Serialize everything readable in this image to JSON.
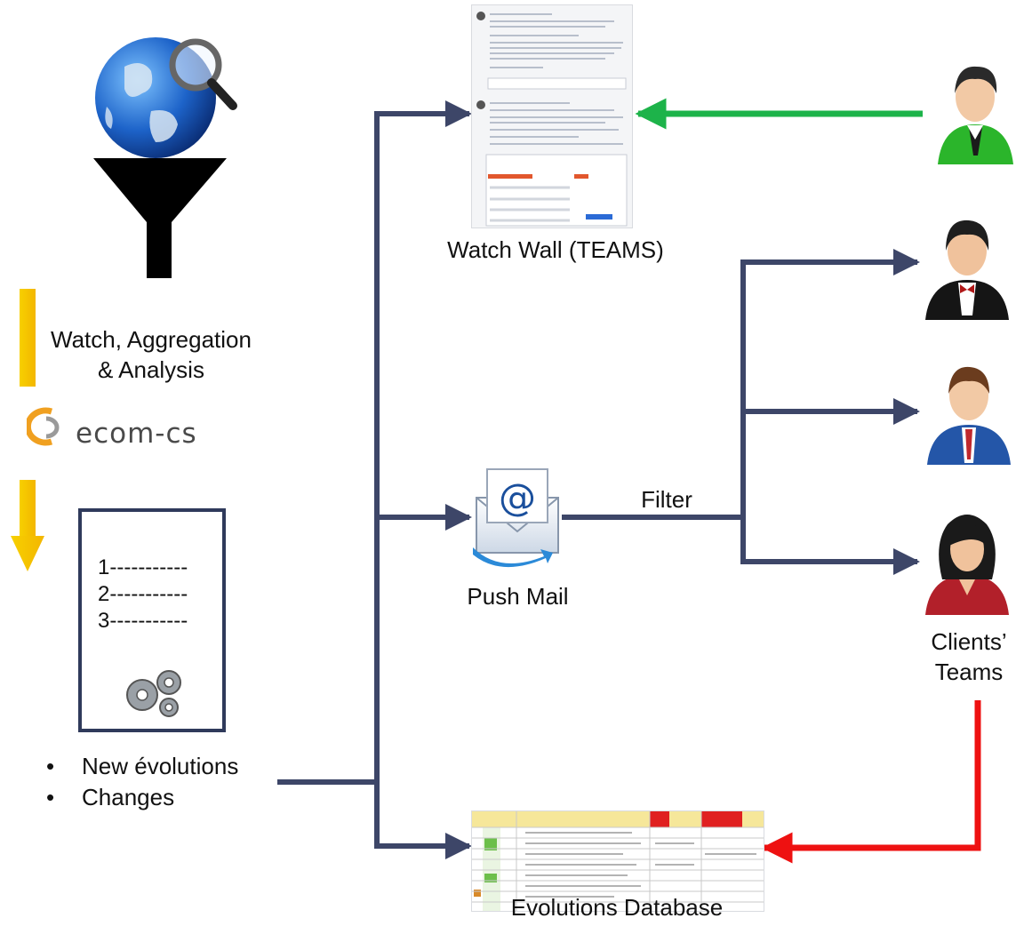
{
  "labels": {
    "watch_aggregation": "Watch, Aggregation",
    "and_analysis": "& Analysis",
    "logo_text": "ecom-cs",
    "watch_wall": "Watch Wall (TEAMS)",
    "push_mail": "Push Mail",
    "filter": "Filter",
    "clients_line1": "Clients’",
    "clients_line2": "Teams",
    "evolutions_db": "Evolutions Database"
  },
  "checklist": {
    "line1": "1-----------",
    "line2": "2-----------",
    "line3": "3-----------"
  },
  "bullets": [
    "New évolutions",
    "Changes"
  ],
  "colors": {
    "navy_connector": "#3d4668",
    "green_arrow": "#1db34a",
    "red_arrow": "#ee1111",
    "funnel": "#000000",
    "gold_arrow": "#f2c200"
  },
  "icons": {
    "globe": "globe-magnifier-icon",
    "funnel": "funnel-icon",
    "gears": "gears-icon",
    "mail": "email-envelope-icon",
    "people": [
      "user-green-icon",
      "user-tuxedo-icon",
      "user-blue-icon",
      "user-woman-icon"
    ]
  }
}
